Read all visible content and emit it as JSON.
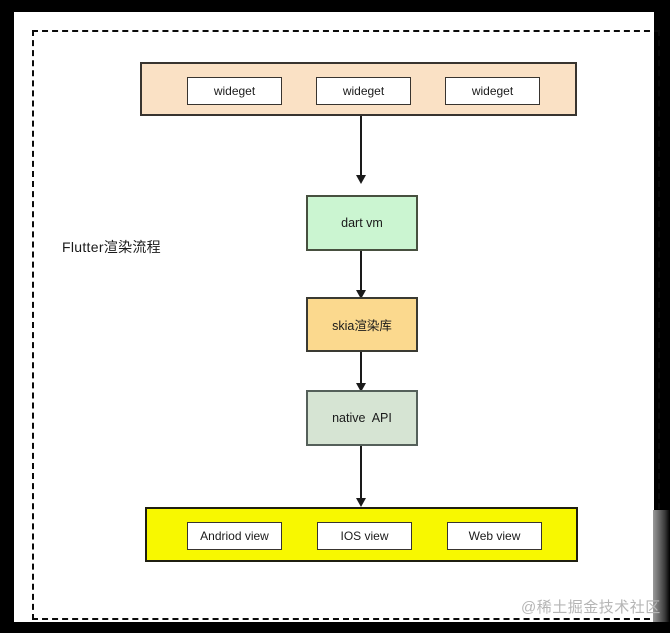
{
  "page": {
    "title": "Flutter渲染流程",
    "watermark": "@稀土掘金技术社区"
  },
  "colors": {
    "background": "#000000",
    "page_bg": "#FFFFFF",
    "widget_container_bg": "#FAE1C5",
    "dart_vm_bg": "#CBF5D1",
    "skia_bg": "#FBD98E",
    "native_api_bg": "#D6E4D3",
    "platform_container_bg": "#F8F800",
    "node_bg": "#FFFFFF",
    "arrow_color": "#1A1A1A",
    "watermark_color": "#B5B5B5"
  },
  "diagram": {
    "widget_row": {
      "items": [
        {
          "label": "wideget"
        },
        {
          "label": "wideget"
        },
        {
          "label": "wideget"
        }
      ]
    },
    "flow_nodes": [
      {
        "label": "dart vm"
      },
      {
        "label": "skia渲染库"
      },
      {
        "label": "native  API"
      }
    ],
    "platform_row": {
      "items": [
        {
          "label": "Andriod view"
        },
        {
          "label": "IOS view"
        },
        {
          "label": "Web view"
        }
      ]
    }
  }
}
